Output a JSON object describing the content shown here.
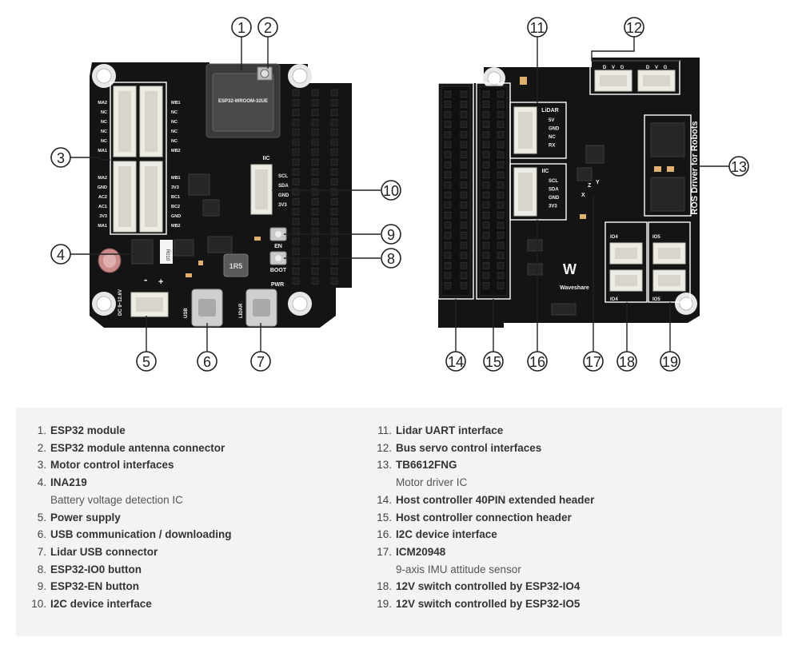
{
  "callouts": {
    "left": [
      "1",
      "2",
      "3",
      "4",
      "5",
      "6",
      "7",
      "8",
      "9",
      "10"
    ],
    "right": [
      "11",
      "12",
      "13",
      "14",
      "15",
      "16",
      "17",
      "18",
      "19"
    ]
  },
  "board_front": {
    "motor_left_labels": [
      "MA2",
      "NC",
      "NC",
      "NC",
      "NC",
      "MA1",
      "MA2",
      "GND",
      "AC2",
      "AC1",
      "3V3",
      "MA1"
    ],
    "motor_right_labels": [
      "MB1",
      "NC",
      "NC",
      "NC",
      "NC",
      "MB2",
      "MB1",
      "3V3",
      "BC1",
      "BC2",
      "GND",
      "MB2"
    ],
    "module_text": [
      "ESP32-WROOM-32UE"
    ],
    "i2c_title": "IIC",
    "i2c_pins": [
      "SCL",
      "SDA",
      "GND",
      "3V3"
    ],
    "en_label": "EN",
    "boot_label": "BOOT",
    "pwr_label": "PWR",
    "usb_label": "USB",
    "lidar_label": "LIDAR",
    "dc_label": "DC 9~12.6V",
    "inductor_label": "1R5",
    "resistor_label": "R010",
    "polarity": [
      "-",
      "+"
    ]
  },
  "board_back": {
    "servo_labels": [
      "D",
      "V",
      "G",
      "D",
      "V",
      "G"
    ],
    "lidar_title": "LiDAR",
    "lidar_pins": [
      "5V",
      "GND",
      "NC",
      "RX"
    ],
    "iic_title": "IIC",
    "iic_pins": [
      "SCL",
      "SDA",
      "GND",
      "3V3"
    ],
    "driver_text": "ROS Driver for Robots",
    "brand": "Waveshare",
    "io4_label": "IO4",
    "io5_label": "IO5",
    "axis_labels": [
      "Z",
      "Y",
      "X"
    ]
  },
  "legend": {
    "left": [
      {
        "num": "1.",
        "label": "ESP32 module",
        "desc": ""
      },
      {
        "num": "2.",
        "label": "ESP32 module antenna connector",
        "desc": ""
      },
      {
        "num": "3.",
        "label": "Motor control interfaces",
        "desc": ""
      },
      {
        "num": "4.",
        "label": "INA219",
        "desc": "Battery voltage detection IC"
      },
      {
        "num": "5.",
        "label": "Power supply",
        "desc": ""
      },
      {
        "num": "6.",
        "label": "USB communication / downloading",
        "desc": ""
      },
      {
        "num": "7.",
        "label": "Lidar USB connector",
        "desc": ""
      },
      {
        "num": "8.",
        "label": "ESP32-IO0 button",
        "desc": ""
      },
      {
        "num": "9.",
        "label": "ESP32-EN button",
        "desc": ""
      },
      {
        "num": "10.",
        "label": "I2C device interface",
        "desc": ""
      }
    ],
    "right": [
      {
        "num": "11.",
        "label": "Lidar UART interface",
        "desc": ""
      },
      {
        "num": "12.",
        "label": "Bus servo control interfaces",
        "desc": ""
      },
      {
        "num": "13.",
        "label": "TB6612FNG",
        "desc": "Motor driver IC"
      },
      {
        "num": "14.",
        "label": "Host controller 40PIN extended header",
        "desc": ""
      },
      {
        "num": "15.",
        "label": "Host controller connection header",
        "desc": ""
      },
      {
        "num": "16.",
        "label": "I2C device interface",
        "desc": ""
      },
      {
        "num": "17.",
        "label": "ICM20948",
        "desc": "9-axis IMU attitude sensor"
      },
      {
        "num": "18.",
        "label": "12V switch controlled by ESP32-IO4",
        "desc": ""
      },
      {
        "num": "19.",
        "label": "12V switch controlled by ESP32-IO5",
        "desc": ""
      }
    ]
  }
}
